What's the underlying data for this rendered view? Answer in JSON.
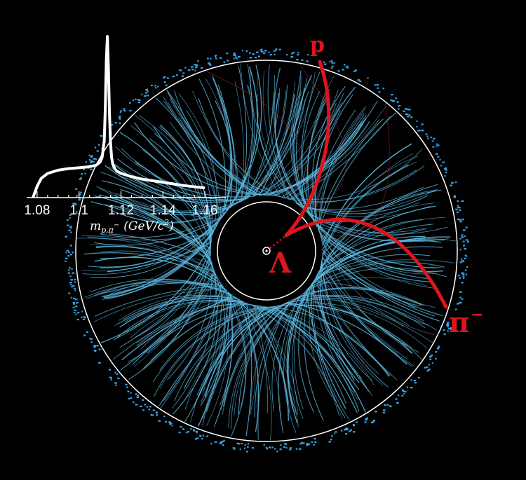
{
  "colors": {
    "background": "#000000",
    "track": "#5bb8e0",
    "highlight": "#e0141e",
    "detector_ring": "#ffffff",
    "hits": "#3aa3e6"
  },
  "labels": {
    "proton": "p",
    "lambda": "Λ",
    "pion": "π",
    "pion_charge": "−"
  },
  "chart_data": {
    "type": "line",
    "title": "",
    "xlabel": "m_{p,π⁻} (GeV/c²)",
    "xlabel_parts": {
      "m": "m",
      "sub": "p,π",
      "subsup": "−",
      "unit_open": "(GeV/c",
      "unit_pow": "2",
      "unit_close": ")"
    },
    "ylabel": "",
    "xlim": [
      1.075,
      1.17
    ],
    "ylim": [
      0,
      1.0
    ],
    "xticks": [
      "1.08",
      "1.1",
      "1.12",
      "1.14",
      "1.16"
    ],
    "xtick_values": [
      1.08,
      1.1,
      1.12,
      1.14,
      1.16
    ],
    "series": [
      {
        "x": [
          1.078,
          1.08,
          1.082,
          1.085,
          1.09,
          1.095,
          1.1,
          1.104,
          1.108,
          1.11,
          1.111,
          1.112,
          1.1125,
          1.113,
          1.1135,
          1.114,
          1.1145,
          1.115,
          1.1155,
          1.116,
          1.117,
          1.118,
          1.12,
          1.125,
          1.13,
          1.14,
          1.15,
          1.16
        ],
        "y": [
          0.0,
          0.07,
          0.12,
          0.15,
          0.17,
          0.18,
          0.185,
          0.19,
          0.2,
          0.22,
          0.25,
          0.35,
          0.55,
          0.85,
          1.0,
          0.8,
          0.52,
          0.34,
          0.25,
          0.21,
          0.18,
          0.165,
          0.15,
          0.13,
          0.115,
          0.095,
          0.075,
          0.06
        ]
      }
    ]
  }
}
